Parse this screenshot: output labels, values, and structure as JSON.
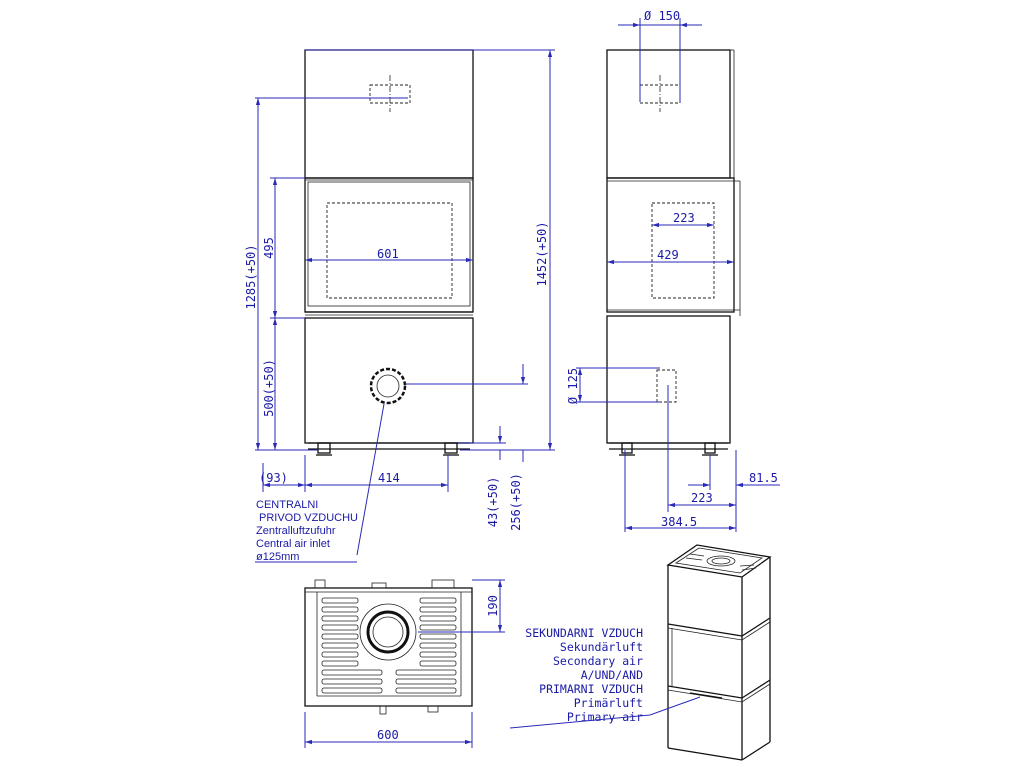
{
  "front_view": {
    "dims": {
      "width_inner": "601",
      "height_door": "495",
      "height_total_left": "1285(+50)",
      "height_lower": "500(+50)",
      "height_total_right": "1452(+50)",
      "offset": "(93)",
      "inlet_x": "414",
      "foot_h": "43(+50)",
      "inlet_h": "256(+50)"
    },
    "note": {
      "line1": "CENTRALNI",
      "line2": "PRIVOD VZDUCHU",
      "line3": "Zentralluftzufuhr",
      "line4": "Central air inlet",
      "line5": "ø125mm"
    }
  },
  "side_view": {
    "dims": {
      "flue": "Ø 150",
      "inner_top": "223",
      "inner_depth": "429",
      "inlet_diam": "Ø 125",
      "inlet_offset": "223",
      "rear": "81.5",
      "depth": "384.5"
    }
  },
  "top_view": {
    "dims": {
      "depth": "190",
      "width": "600"
    }
  },
  "air_legend": {
    "lines": [
      "SEKUNDARNI VZDUCH",
      "Sekundärluft",
      "Secondary air",
      "A/UND/AND",
      "PRIMARNI VZDUCH",
      "Primärluft",
      "Primary air"
    ]
  }
}
